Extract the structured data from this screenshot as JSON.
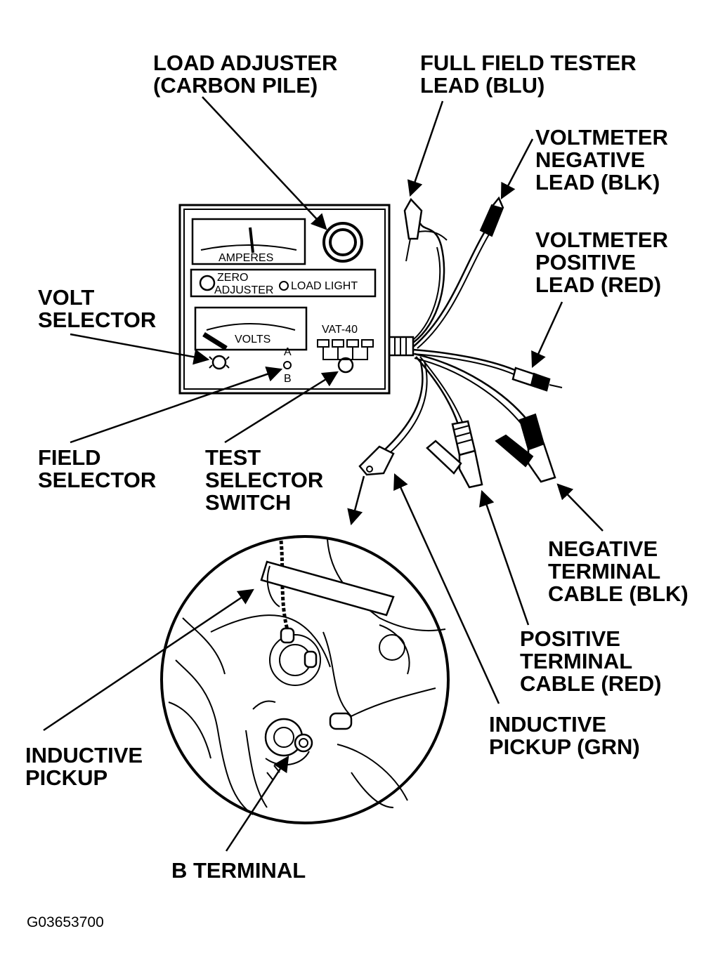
{
  "labels": {
    "load_adjuster": [
      "LOAD ADJUSTER",
      "(CARBON PILE)"
    ],
    "full_field": [
      "FULL FIELD TESTER",
      "LEAD (BLU)"
    ],
    "volt_neg": [
      "VOLTMETER",
      "NEGATIVE",
      "LEAD (BLK)"
    ],
    "volt_pos": [
      "VOLTMETER",
      "POSITIVE",
      "LEAD (RED)"
    ],
    "volt_selector": [
      "VOLT",
      "SELECTOR"
    ],
    "field_selector": [
      "FIELD",
      "SELECTOR"
    ],
    "test_selector": [
      "TEST",
      "SELECTOR",
      "SWITCH"
    ],
    "neg_cable": [
      "NEGATIVE",
      "TERMINAL",
      "CABLE (BLK)"
    ],
    "pos_cable": [
      "POSITIVE",
      "TERMINAL",
      "CABLE (RED)"
    ],
    "ind_pickup_grn": [
      "INDUCTIVE",
      "PICKUP (GRN)"
    ],
    "ind_pickup": [
      "INDUCTIVE",
      "PICKUP"
    ],
    "b_terminal": "B TERMINAL"
  },
  "device": {
    "amperes": "AMPERES",
    "zero": "ZERO",
    "adjuster": "ADJUSTER",
    "load_light": "LOAD LIGHT",
    "volts": "VOLTS",
    "model": "VAT-40",
    "field_a": "A",
    "field_b": "B"
  },
  "figure_id": "G03653700"
}
